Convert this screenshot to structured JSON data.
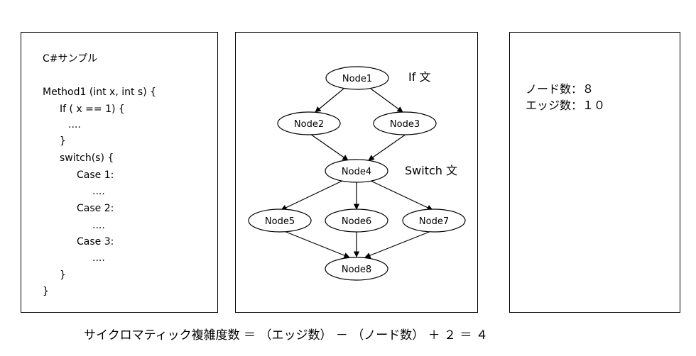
{
  "code_panel": {
    "title": "C#サンプル",
    "lines": [
      "Method1 (int x, int s) {",
      "If ( x == 1) {",
      "....",
      "}",
      "switch(s) {",
      "Case 1:",
      "....",
      "Case 2:",
      "....",
      "Case 3:",
      "....",
      "}",
      "}"
    ]
  },
  "graph_panel": {
    "nodes": [
      "Node1",
      "Node2",
      "Node3",
      "Node4",
      "Node5",
      "Node6",
      "Node7",
      "Node8"
    ],
    "labels": {
      "if": "If 文",
      "switch": "Switch 文"
    }
  },
  "stats_panel": {
    "nodes_line": "ノード数：８",
    "edges_line": "エッジ数：１０"
  },
  "formula": "サイクロマティック複雑度数 ＝ （エッジ数） － （ノード数） ＋ ２ ＝ ４"
}
